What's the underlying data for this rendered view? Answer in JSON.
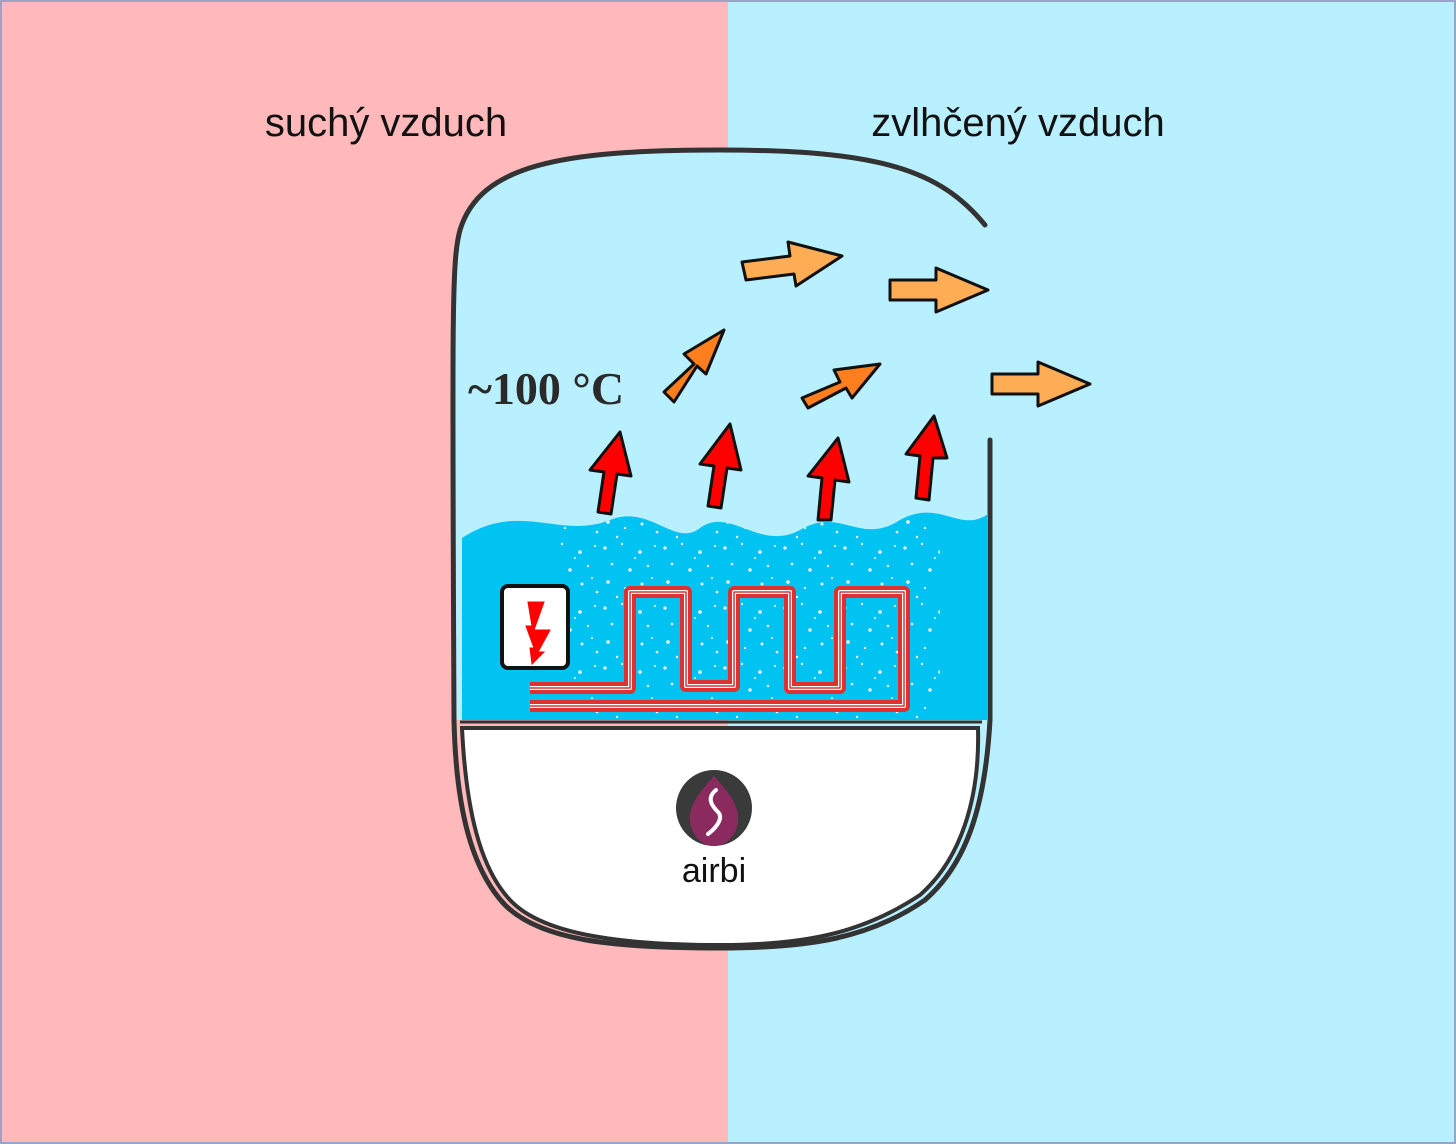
{
  "labels": {
    "dry_air": "suchý vzduch",
    "humid_air": "zvlhčený vzduch",
    "temperature": "~100 °C"
  },
  "brand": {
    "name": "airbi",
    "accent": "#8b2a5f",
    "logo_icon": "flame-logo-icon"
  },
  "colors": {
    "dry_air_zone": "#ffb9bb",
    "humid_air_zone": "#b9f0ff",
    "water": "#00c3f2",
    "heat_arrow": "#ff0000",
    "steam_arrow_orange": "#ff7f1e",
    "steam_arrow_light": "#ffad55",
    "heating_coil": "#e03030"
  },
  "icons": {
    "power": "lightning-icon"
  }
}
